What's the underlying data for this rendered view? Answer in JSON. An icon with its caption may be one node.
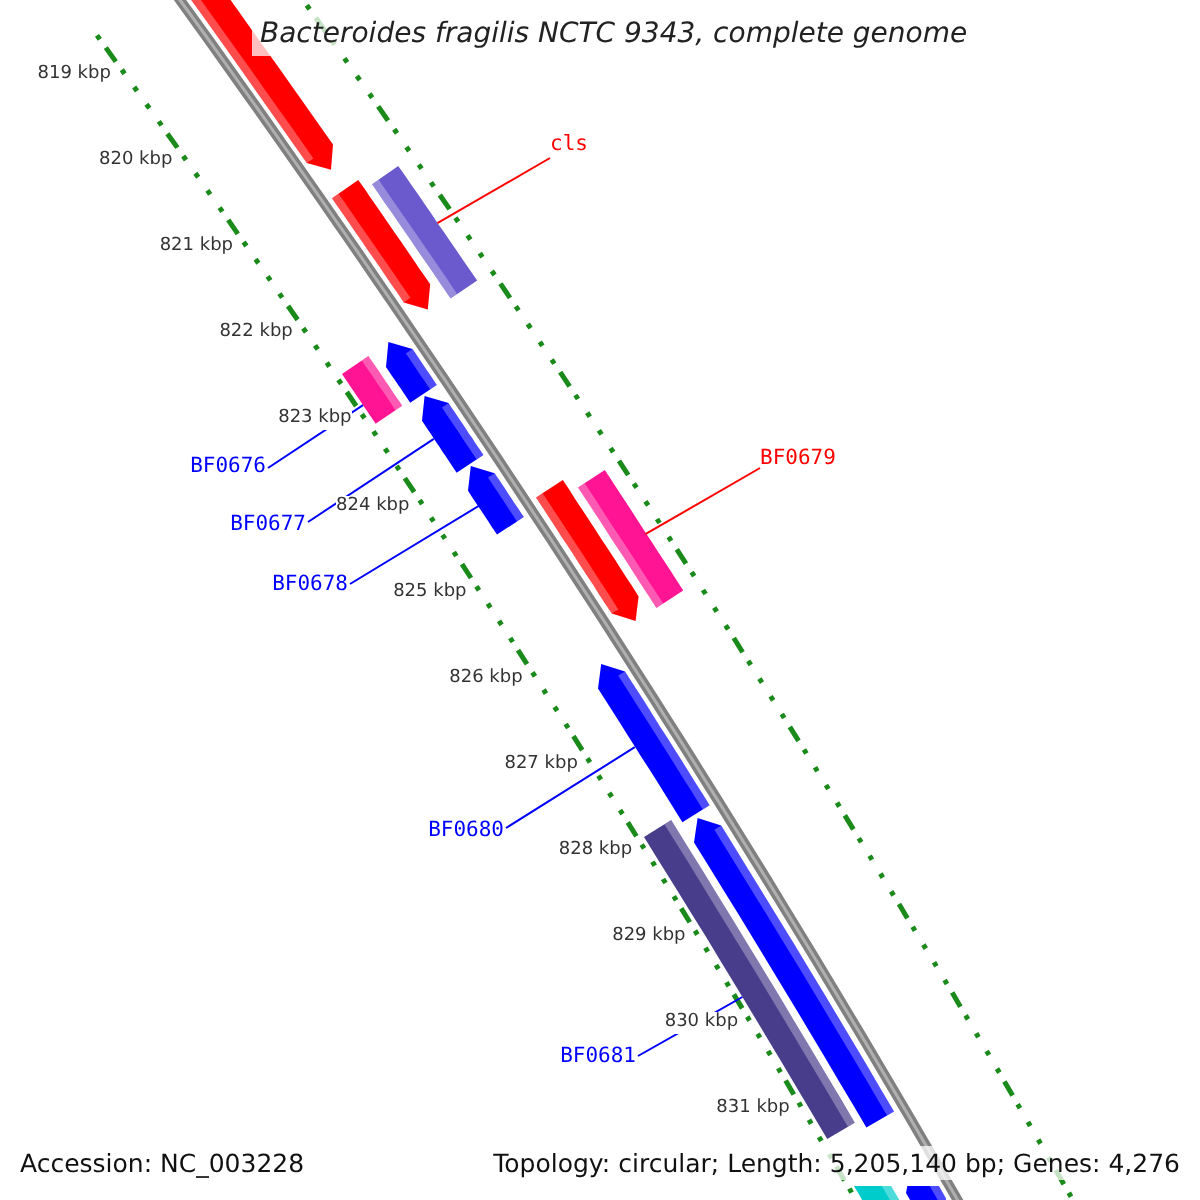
{
  "diagram": {
    "title": "Bacteroides fragilis NCTC 9343, complete genome",
    "nodes": [
      {
        "text": [],
        "shape": "bar"
      },
      {
        "text": [
          "cls"
        ]
      },
      {
        "text": [],
        "shape": "bar"
      },
      {
        "text": [],
        "shape": "bar"
      },
      {
        "text": [],
        "shape": "bar"
      },
      {
        "text": [],
        "shape": "bar"
      },
      {
        "text": [
          "BF0676"
        ]
      },
      {
        "text": [],
        "shape": "bar"
      },
      {
        "text": [
          "BF0677"
        ]
      },
      {
        "text": [
          "BF0679"
        ]
      },
      {
        "text": [],
        "shape": "bar"
      },
      {
        "text": [],
        "shape": "bar"
      },
      {
        "text": [],
        "shape": "bar"
      },
      {
        "text": [
          "BF0678"
        ]
      },
      {
        "text": [],
        "shape": "bar"
      },
      {
        "text": [
          "BF0680"
        ]
      },
      {
        "text": [],
        "shape": "bar"
      },
      {
        "text": [],
        "shape": "bar"
      },
      {
        "text": [
          "BF0681"
        ]
      },
      {
        "text": [],
        "shape": "bar"
      },
      {
        "text": [],
        "shape": "bar"
      }
    ],
    "edges": [
      {
        "from": 1,
        "to": 3,
        "arrow": "none",
        "color": "#ff0000"
      },
      {
        "from": 9,
        "to": 11,
        "arrow": "none",
        "color": "#ff0000"
      },
      {
        "from": 6,
        "to": 5,
        "arrow": "none"
      },
      {
        "from": 8,
        "to": 7,
        "arrow": "none"
      },
      {
        "from": 13,
        "to": 12,
        "arrow": "none"
      },
      {
        "from": 15,
        "to": 14,
        "arrow": "none"
      },
      {
        "from": 18,
        "to": 17,
        "arrow": "none"
      }
    ],
    "labels": [
      "819 kbp",
      "820 kbp",
      "821 kbp",
      "822 kbp",
      "823 kbp",
      "824 kbp",
      "825 kbp",
      "826 kbp",
      "827 kbp",
      "828 kbp",
      "829 kbp",
      "830 kbp",
      "831 kbp",
      "Accession: NC_003228",
      "Topology: circular; Length: 5,205,140 bp; Genes: 4,276"
    ]
  }
}
